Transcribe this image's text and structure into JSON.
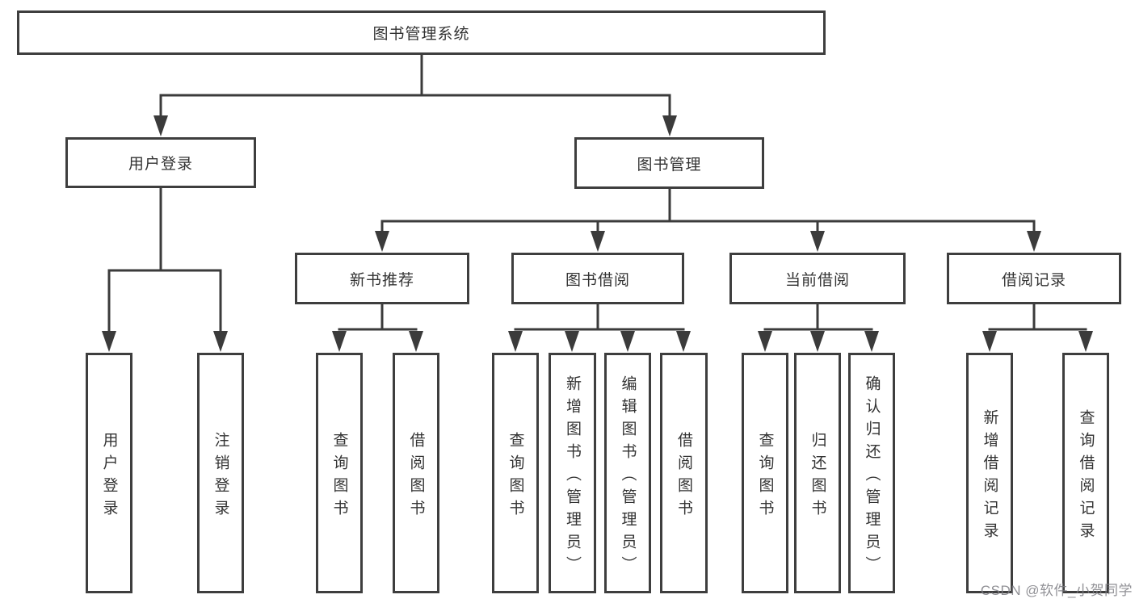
{
  "diagram": {
    "root": "图书管理系统",
    "level2": {
      "user_login": "用户登录",
      "book_management": "图书管理"
    },
    "level3": {
      "new_book_recommend": "新书推荐",
      "book_borrowing": "图书借阅",
      "current_borrowing": "当前借阅",
      "borrowing_records": "借阅记录"
    },
    "leaves": {
      "user_login": "用户登录",
      "logout": "注销登录",
      "query_books_1": "查询图书",
      "borrow_books_1": "借阅图书",
      "query_books_2": "查询图书",
      "add_books_admin": "新增图书（管理员）",
      "edit_books_admin": "编辑图书（管理员）",
      "borrow_books_2": "借阅图书",
      "query_books_3": "查询图书",
      "return_books": "归还图书",
      "confirm_return_admin": "确认归还（管理员）",
      "add_borrow_record": "新增借阅记录",
      "query_borrow_record": "查询借阅记录"
    },
    "colors": {
      "line": "#3b3b3b",
      "box_border": "#3e3e3e",
      "text": "#333333",
      "watermark": "#7d7d82"
    }
  },
  "watermark": "CSDN @软件_小贺同学"
}
